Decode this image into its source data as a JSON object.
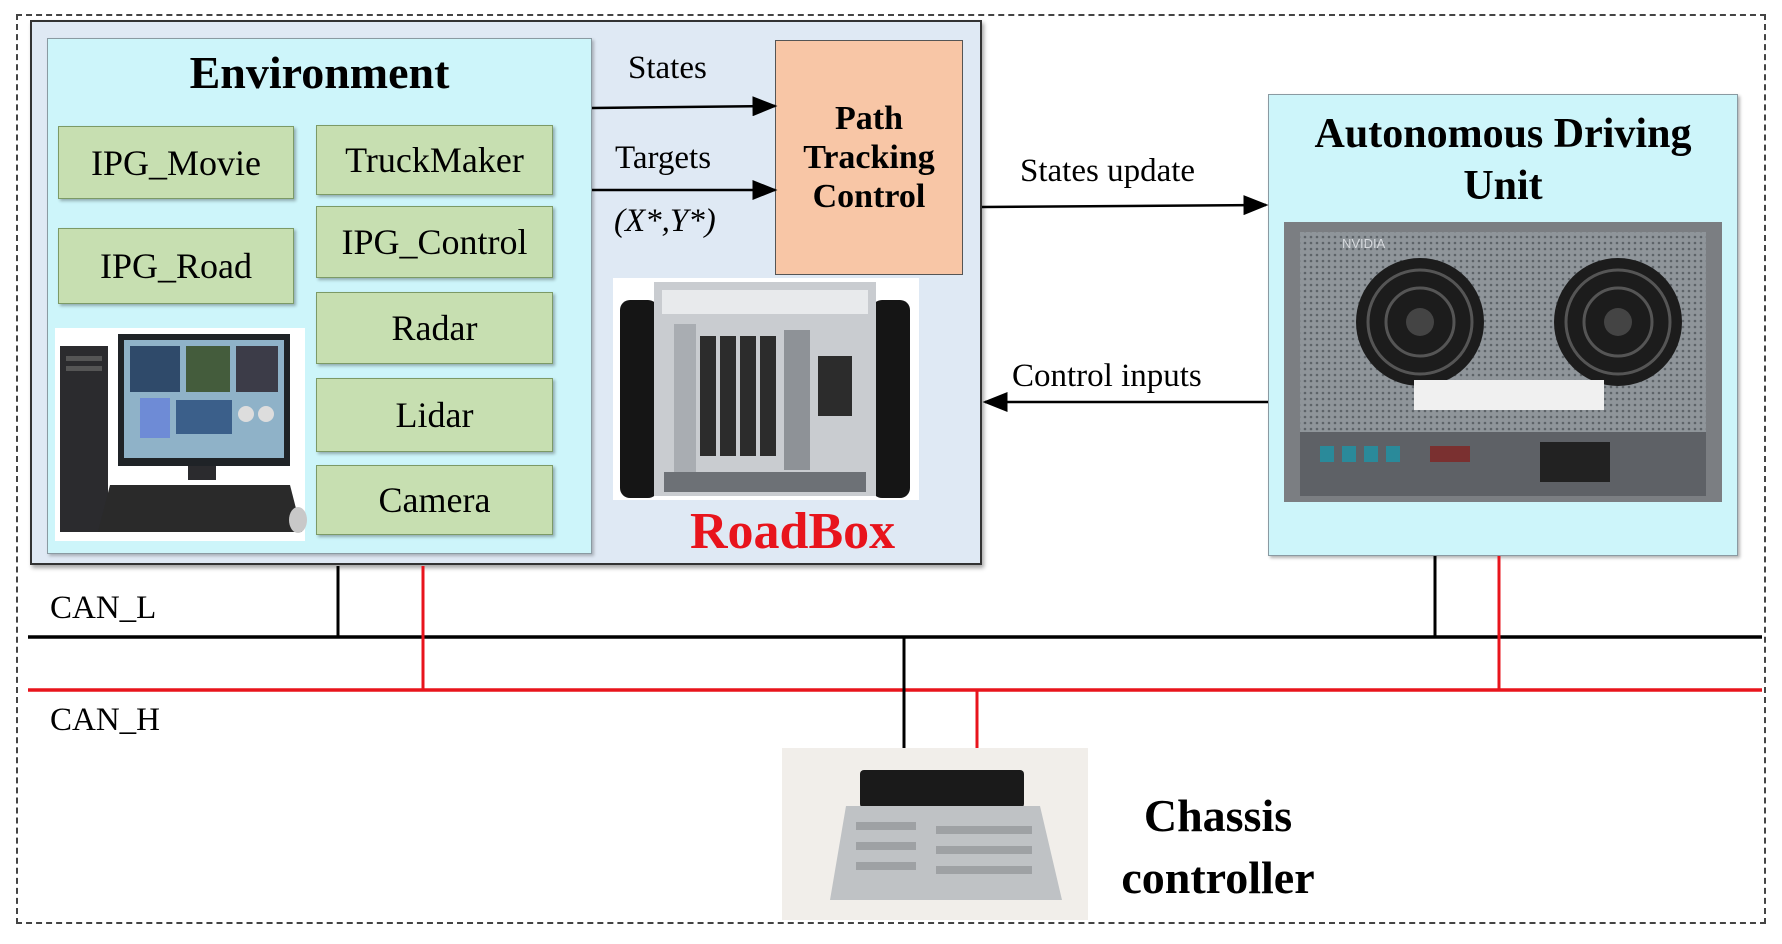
{
  "environment": {
    "title": "Environment",
    "modules_left": [
      "IPG_Movie",
      "IPG_Road"
    ],
    "modules_right": [
      "TruckMaker",
      "IPG_Control",
      "Radar",
      "Lidar",
      "Camera"
    ]
  },
  "path_tracking": {
    "line1": "Path",
    "line2": "Tracking",
    "line3": "Control"
  },
  "roadbox_label": "RoadBox",
  "arrows": {
    "states": "States",
    "targets": "Targets",
    "targets_formula": "(X*,Y*)",
    "states_update": "States update",
    "control_inputs": "Control inputs"
  },
  "adu": {
    "line1": "Autonomous Driving",
    "line2": "Unit"
  },
  "bus": {
    "can_l": "CAN_L",
    "can_h": "CAN_H",
    "can_l_color": "#000000",
    "can_h_color": "#e8141c"
  },
  "chassis": {
    "line1": "Chassis",
    "line2": "controller"
  },
  "vendor_mark": "NVIDIA"
}
